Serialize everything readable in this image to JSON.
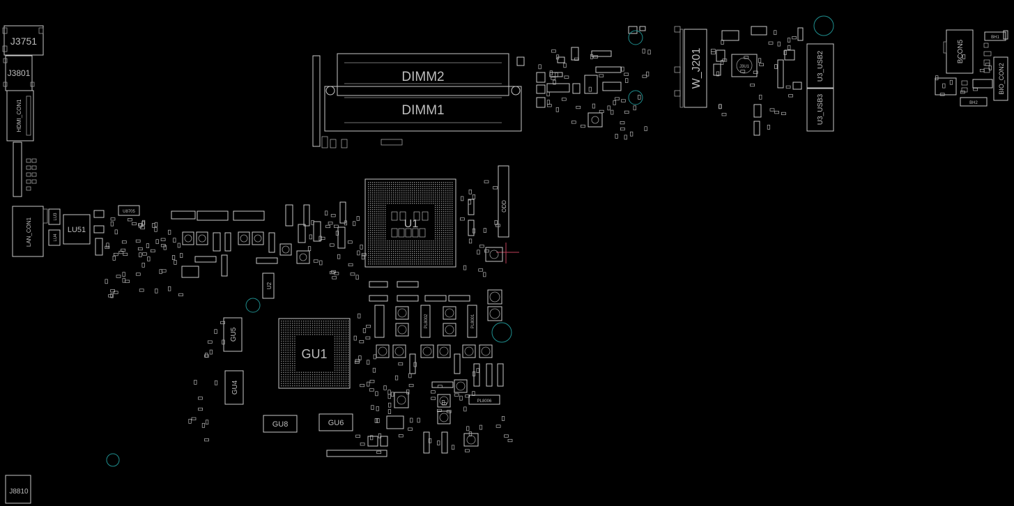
{
  "view": {
    "background": "#000000",
    "outline_color": "#c8c8c8",
    "via_color": "#1f8f8f",
    "marker_color": "#c0405a"
  },
  "components": {
    "j3751": "J3751",
    "j3801": "J3801",
    "hdmi_con1": "HDMI_CON1",
    "lan_con1": "LAN_CON1",
    "lu51": "LU51",
    "lu3": "LU3",
    "lu4": "LU4",
    "dimm2": "DIMM2",
    "dimm1": "DIMM1",
    "cpu": "U1",
    "odd": "ODD",
    "w_j201": "W_J201",
    "j3u1": "J3U1",
    "u3_usb2": "U3_USB2",
    "u3_usb3": "U3_USB3",
    "bcon5": "BCON5",
    "bio_con2": "BIO_CON2",
    "bh1": "BH1",
    "bh2": "BH2",
    "gu1": "GU1",
    "gu5": "GU5",
    "gu4": "GU4",
    "gu8": "GU8",
    "gu6": "GU6",
    "u2": "U2",
    "pl8006": "PL8006",
    "pl8002": "PL8002",
    "pl8001": "PL8001",
    "u8705": "U8705",
    "j8810": "J8810"
  }
}
